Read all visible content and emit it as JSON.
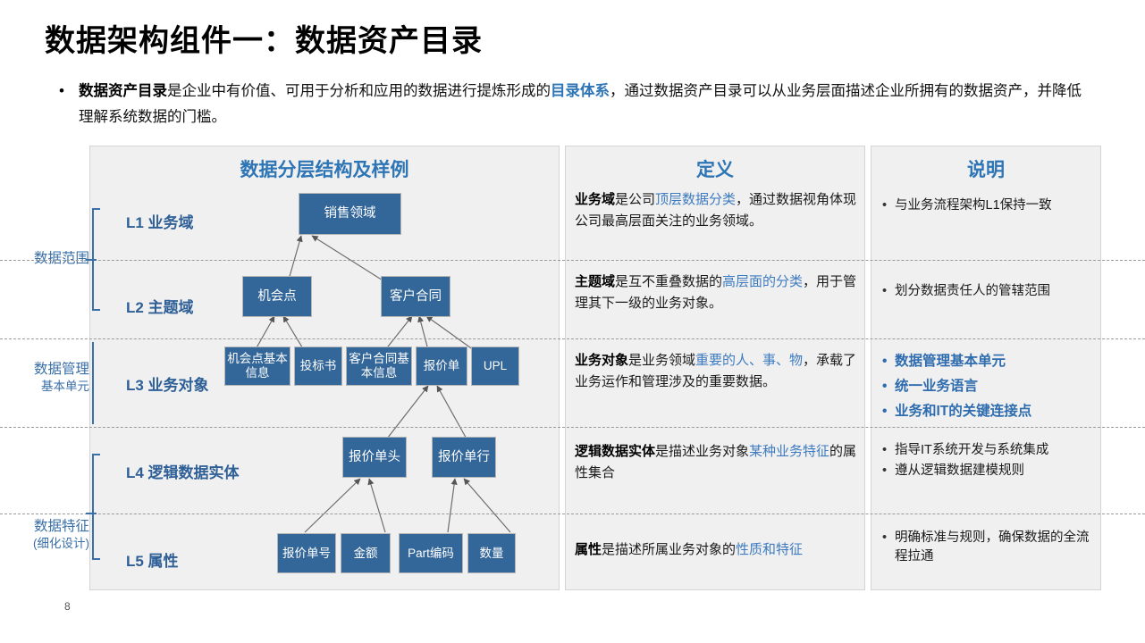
{
  "slide": {
    "title": "数据架构组件一：数据资产目录",
    "page_number": "8",
    "bullet": {
      "marker": "•",
      "lead_bold": "数据资产目录",
      "part1": "是企业中有价值、可用于分析和应用的数据进行提炼形成的",
      "highlight": "目录体系",
      "part2": "，通过数据资产目录可以从业务层面描述企业所拥有的数据资产，并降低理解系统数据的门槛。"
    }
  },
  "colors": {
    "accent_blue": "#2E75B6",
    "node_fill": "#336699",
    "panel_bg": "#F0F0F0",
    "label_blue": "#3A6FA8",
    "link_blue": "#3E7BC0"
  },
  "panels": {
    "diagram_title": "数据分层结构及样例",
    "definition_title": "定义",
    "description_title": "说明"
  },
  "scopes": [
    {
      "label": "数据范围",
      "sub": ""
    },
    {
      "label": "数据管理",
      "sub": "基本单元"
    },
    {
      "label": "数据特征",
      "sub": "(细化设计)"
    }
  ],
  "levels": [
    {
      "id": "L1",
      "label": "L1 业务域"
    },
    {
      "id": "L2",
      "label": "L2 主题域"
    },
    {
      "id": "L3",
      "label": "L3 业务对象"
    },
    {
      "id": "L4",
      "label": "L4 逻辑数据实体"
    },
    {
      "id": "L5",
      "label": "L5 属性"
    }
  ],
  "nodes": {
    "l1": [
      {
        "label": "销售领域"
      }
    ],
    "l2": [
      {
        "label": "机会点"
      },
      {
        "label": "客户合同"
      }
    ],
    "l3": [
      {
        "label": "机会点基本信息"
      },
      {
        "label": "投标书"
      },
      {
        "label": "客户合同基本信息"
      },
      {
        "label": "报价单"
      },
      {
        "label": "UPL"
      }
    ],
    "l4": [
      {
        "label": "报价单头"
      },
      {
        "label": "报价单行"
      }
    ],
    "l5": [
      {
        "label": "报价单号"
      },
      {
        "label": "金额"
      },
      {
        "label": "Part编码"
      },
      {
        "label": "数量"
      }
    ]
  },
  "definitions": [
    {
      "level": "L1",
      "segments": [
        {
          "t": "业务域",
          "s": "b"
        },
        {
          "t": "是公司",
          "s": "n"
        },
        {
          "t": "顶层数据分类",
          "s": "l"
        },
        {
          "t": "，通过数据视角体现公司最高层面关注的业务领域。",
          "s": "n"
        }
      ]
    },
    {
      "level": "L2",
      "segments": [
        {
          "t": "主题域",
          "s": "b"
        },
        {
          "t": "是互不重叠数据的",
          "s": "n"
        },
        {
          "t": "高层面的分类",
          "s": "l"
        },
        {
          "t": "，用于管理其下一级的业务对象。",
          "s": "n"
        }
      ]
    },
    {
      "level": "L3",
      "segments": [
        {
          "t": "业务对象",
          "s": "b"
        },
        {
          "t": "是业务领域",
          "s": "n"
        },
        {
          "t": "重要的人、事、物",
          "s": "l"
        },
        {
          "t": "，承载了业务运作和管理涉及的重要数据。",
          "s": "n"
        }
      ]
    },
    {
      "level": "L4",
      "segments": [
        {
          "t": "逻辑数据实体",
          "s": "b"
        },
        {
          "t": "是描述业务对象",
          "s": "n"
        },
        {
          "t": "某种业务特征",
          "s": "l"
        },
        {
          "t": "的属性集合",
          "s": "n"
        }
      ]
    },
    {
      "level": "L5",
      "segments": [
        {
          "t": "属性",
          "s": "b"
        },
        {
          "t": "是描述所属业务对象的",
          "s": "n"
        },
        {
          "t": "性质和特征",
          "s": "l"
        }
      ]
    }
  ],
  "descriptions": [
    {
      "level": "L1",
      "accent": false,
      "items": [
        "与业务流程架构L1保持一致"
      ]
    },
    {
      "level": "L2",
      "accent": false,
      "items": [
        "划分数据责任人的管辖范围"
      ]
    },
    {
      "level": "L3",
      "accent": true,
      "items": [
        "数据管理基本单元",
        "统一业务语言",
        "业务和IT的关键连接点"
      ]
    },
    {
      "level": "L4",
      "accent": false,
      "items": [
        "指导IT系统开发与系统集成",
        "遵从逻辑数据建模规则"
      ]
    },
    {
      "level": "L5",
      "accent": false,
      "items": [
        "明确标准与规则，确保数据的全流程拉通"
      ]
    }
  ]
}
